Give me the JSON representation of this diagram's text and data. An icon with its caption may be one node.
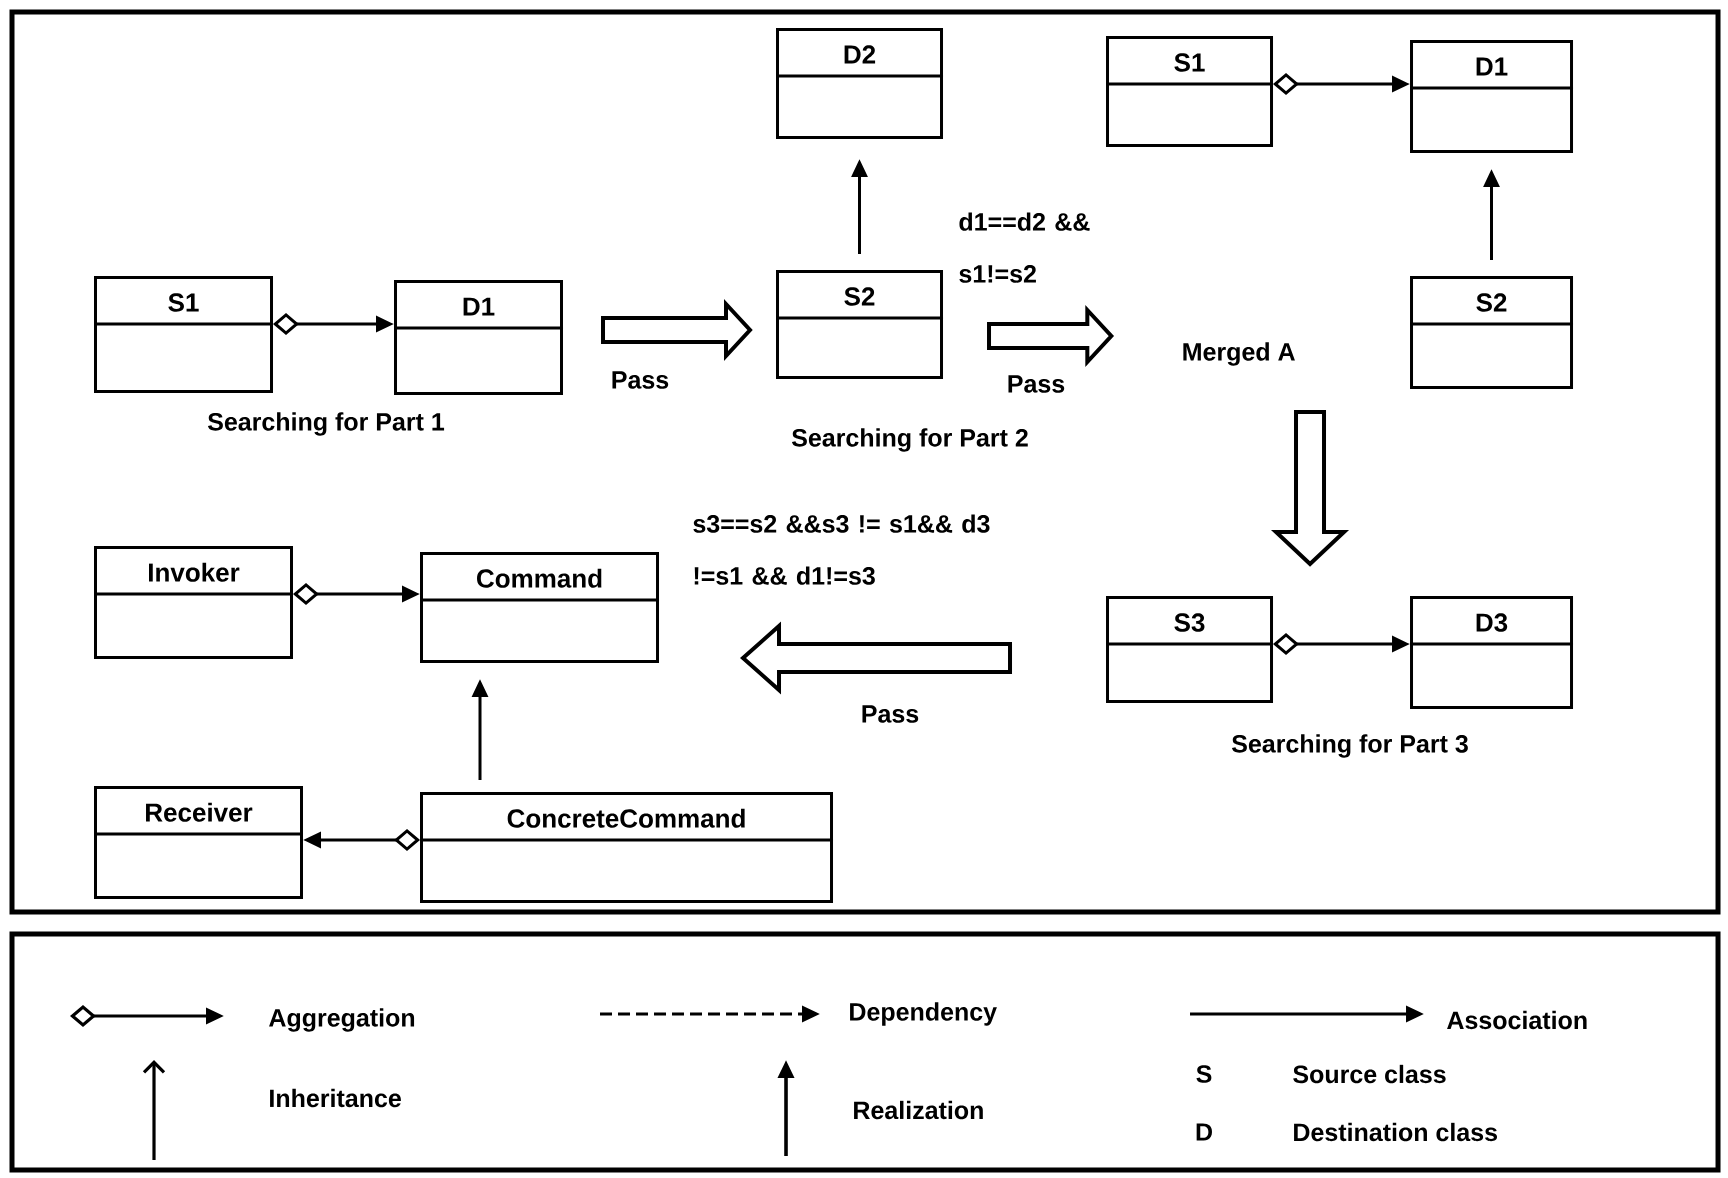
{
  "diagram": {
    "nodes": [
      {
        "text": [
          "S1"
        ]
      },
      {
        "text": [
          "D1"
        ]
      },
      {
        "text": [
          "D2"
        ]
      },
      {
        "text": [
          "S2"
        ]
      },
      {
        "text": [
          "S1"
        ]
      },
      {
        "text": [
          "D1"
        ]
      },
      {
        "text": [
          "Merged A"
        ]
      },
      {
        "text": [
          "S2"
        ]
      },
      {
        "text": [
          "S3"
        ]
      },
      {
        "text": [
          "D3"
        ]
      },
      {
        "text": [
          "Invoker"
        ]
      },
      {
        "text": [
          "Command"
        ]
      },
      {
        "text": [
          "Receiver"
        ]
      },
      {
        "text": [
          "ConcreteCommand"
        ]
      }
    ],
    "edges": [
      {
        "from": 0,
        "to": 1,
        "arrow": "to"
      },
      {
        "from": 3,
        "to": 2,
        "arrow": "to"
      },
      {
        "from": 1,
        "to": 3,
        "arrow": "to",
        "style": "thick",
        "label": "Pass"
      },
      {
        "from": 3,
        "to": 6,
        "arrow": "to",
        "style": "thick",
        "label": "Pass"
      },
      {
        "from": 4,
        "to": 5,
        "arrow": "to"
      },
      {
        "from": 7,
        "to": 5,
        "arrow": "to"
      },
      {
        "from": 6,
        "to": 8,
        "arrow": "to",
        "style": "thick"
      },
      {
        "from": 8,
        "to": 11,
        "arrow": "to",
        "style": "thick",
        "label": "Pass"
      },
      {
        "from": 8,
        "to": 9,
        "arrow": "to"
      },
      {
        "from": 10,
        "to": 11,
        "arrow": "to"
      },
      {
        "from": 13,
        "to": 11,
        "arrow": "to"
      },
      {
        "from": 13,
        "to": 12,
        "arrow": "to"
      }
    ],
    "labels": [
      "d1==d2 && s1!=s2",
      "Searching for Part 1",
      "Searching for Part 2",
      "s3==s2 &&s3 != s1&& d3 !=s1 && d1!=s3",
      "Searching for Part 3",
      "S",
      "Source class",
      "D",
      "Destination class"
    ],
    "legend": [
      {
        "text": "Aggregation"
      },
      {
        "text": "Dependency"
      },
      {
        "text": "Association"
      },
      {
        "text": "Inheritance"
      },
      {
        "text": "Realization"
      }
    ]
  }
}
